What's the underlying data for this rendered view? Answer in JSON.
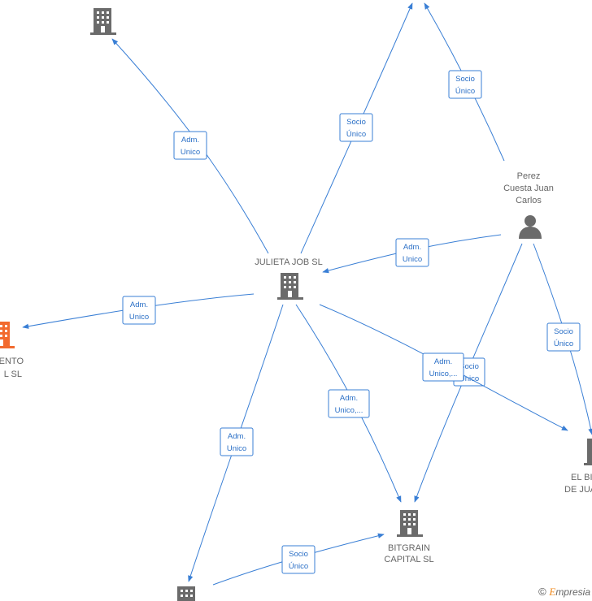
{
  "colors": {
    "edge": "#3a7fd5",
    "company": "#6b6b6b",
    "highlight": "#f26a2e",
    "person": "#6b6b6b"
  },
  "nodes": {
    "julieta": {
      "lines": [
        "JULIETA JOB  SL"
      ],
      "icon": "building-icon"
    },
    "perez": {
      "lines": [
        "Perez",
        "Cuesta Juan",
        "Carlos"
      ],
      "icon": "person-icon"
    },
    "bitgrain": {
      "lines": [
        "BITGRAIN",
        "CAPITAL  SL"
      ],
      "icon": "building-icon"
    },
    "left": {
      "lines": [
        "ENTO",
        "L  SL"
      ],
      "icon": "building-icon"
    },
    "right": {
      "lines": [
        "EL BI",
        "DE JUA"
      ],
      "icon": "building-icon"
    },
    "top_left": {
      "lines": [],
      "icon": "building-icon"
    },
    "bottom": {
      "lines": [],
      "icon": "building-icon"
    }
  },
  "edges": [
    {
      "id": "julieta-topleft",
      "label": [
        "Adm.",
        "Unico"
      ]
    },
    {
      "id": "julieta-top",
      "label": [
        "Socio",
        "Único"
      ]
    },
    {
      "id": "perez-top",
      "label": [
        "Socio",
        "Único"
      ]
    },
    {
      "id": "perez-julieta",
      "label": [
        "Adm.",
        "Unico"
      ]
    },
    {
      "id": "julieta-left",
      "label": [
        "Adm.",
        "Unico"
      ]
    },
    {
      "id": "perez-right",
      "label": [
        "Socio",
        "Único"
      ]
    },
    {
      "id": "perez-bitgrain",
      "label": [
        "Socio",
        "Único"
      ]
    },
    {
      "id": "julieta-right",
      "label": [
        "Adm.",
        "Unico,..."
      ]
    },
    {
      "id": "julieta-bitgrain",
      "label": [
        "Adm.",
        "Unico,..."
      ]
    },
    {
      "id": "julieta-bottom",
      "label": [
        "Adm.",
        "Unico"
      ]
    },
    {
      "id": "bottom-bitgrain",
      "label": [
        "Socio",
        "Único"
      ]
    }
  ],
  "watermark": {
    "copyright": "©",
    "brand": "E",
    "rest": "mpresia"
  }
}
